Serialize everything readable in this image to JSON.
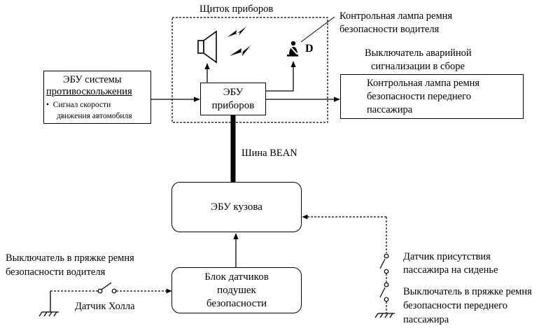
{
  "panel": {
    "title": "Щиток приборов"
  },
  "meter_ecu": {
    "line1": "ЭБУ",
    "line2": "приборов"
  },
  "body_ecu": {
    "label": "ЭБУ кузова"
  },
  "airbag_sensor": {
    "line1": "Блок датчиков",
    "line2": "подушек",
    "line3": "безопасности"
  },
  "abs_ecu": {
    "line1": "ЭБУ системы",
    "line2": "противоскольжения",
    "bullet": "Сигнал скорости",
    "bullet2": "движения автомобиля"
  },
  "driver_lamp": {
    "line1": "Контрольная лампа ремня",
    "line2": "безопасности водителя",
    "letter": "D"
  },
  "hazard": {
    "line1": "Выключатель аварийной",
    "line2": "сигнализации в сборе"
  },
  "passenger_lamp": {
    "line1": "Контрольная лампа ремня",
    "line2": "безопасности переднего",
    "line3": "пассажира"
  },
  "bus": {
    "label": "Шина BEAN"
  },
  "driver_buckle": {
    "line1": "Выключатель в пряжке ремня",
    "line2": "безопасности водителя"
  },
  "hall_sensor": {
    "label": "Датчик Холла"
  },
  "occupant_sensor": {
    "line1": "Датчик присутствия",
    "line2": "пассажира на сиденье"
  },
  "passenger_buckle": {
    "line1": "Выключатель в пряжке ремня",
    "line2": "безопасности переднего",
    "line3": "пассажира"
  },
  "icons": [
    "speaker-icon",
    "lightning-icon",
    "seatbelt-icon",
    "switch-icon",
    "ground-icon"
  ]
}
